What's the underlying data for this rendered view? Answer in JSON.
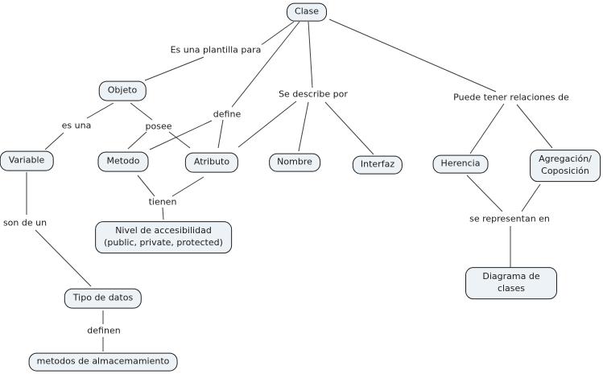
{
  "colors": {
    "background": "#ffffff",
    "node_fill": "#edf2f6",
    "node_border": "#1f1f1f",
    "line": "#3c3c3c",
    "text": "#1c1c1c"
  },
  "nodes": {
    "clase": {
      "label": "Clase"
    },
    "objeto": {
      "label": "Objeto"
    },
    "variable": {
      "label": "Variable"
    },
    "metodo": {
      "label": "Metodo"
    },
    "atributo": {
      "label": "Atributo"
    },
    "nombre": {
      "label": "Nombre"
    },
    "interfaz": {
      "label": "Interfaz"
    },
    "herencia": {
      "label": "Herencia"
    },
    "agregacion": {
      "label": "Agregación/\nCoposición"
    },
    "nivel": {
      "label": "Nivel de accesibilidad\n(public, private, protected)"
    },
    "tipo_datos": {
      "label": "Tipo de datos"
    },
    "diagrama": {
      "label": "Diagrama de clases"
    },
    "metodos_alm": {
      "label": "metodos de almacemamiento"
    }
  },
  "link_labels": {
    "plantilla": "Es una plantilla para",
    "es_una": "es una",
    "posee": "posee",
    "define": "define",
    "se_describe": "Se describe por",
    "puede_tener": "Puede tener relaciones de",
    "tienen": "tienen",
    "son_de_un": "son de un",
    "se_representan": "se representan en",
    "definen": "definen"
  },
  "edges": [
    {
      "from": "Clase",
      "label": "Es una plantilla para",
      "to": "Objeto"
    },
    {
      "from": "Clase",
      "label": "define",
      "to": "Metodo"
    },
    {
      "from": "Clase",
      "label": "define",
      "to": "Atributo"
    },
    {
      "from": "Clase",
      "label": "Se describe por",
      "to": "Atributo"
    },
    {
      "from": "Clase",
      "label": "Se describe por",
      "to": "Nombre"
    },
    {
      "from": "Clase",
      "label": "Se describe por",
      "to": "Interfaz"
    },
    {
      "from": "Clase",
      "label": "Puede tener relaciones de",
      "to": "Herencia"
    },
    {
      "from": "Clase",
      "label": "Puede tener relaciones de",
      "to": "Agregación/Coposición"
    },
    {
      "from": "Objeto",
      "label": "es una",
      "to": "Variable"
    },
    {
      "from": "Objeto",
      "label": "posee",
      "to": "Metodo"
    },
    {
      "from": "Objeto",
      "label": "posee",
      "to": "Atributo"
    },
    {
      "from": "Metodo",
      "label": "tienen",
      "to": "Nivel de accesibilidad (public, private, protected)"
    },
    {
      "from": "Atributo",
      "label": "tienen",
      "to": "Nivel de accesibilidad (public, private, protected)"
    },
    {
      "from": "Variable",
      "label": "son de un",
      "to": "Tipo de datos"
    },
    {
      "from": "Tipo de datos",
      "label": "definen",
      "to": "metodos de almacemamiento"
    },
    {
      "from": "Herencia",
      "label": "se representan en",
      "to": "Diagrama de clases"
    },
    {
      "from": "Agregación/Coposición",
      "label": "se representan en",
      "to": "Diagrama de clases"
    }
  ]
}
